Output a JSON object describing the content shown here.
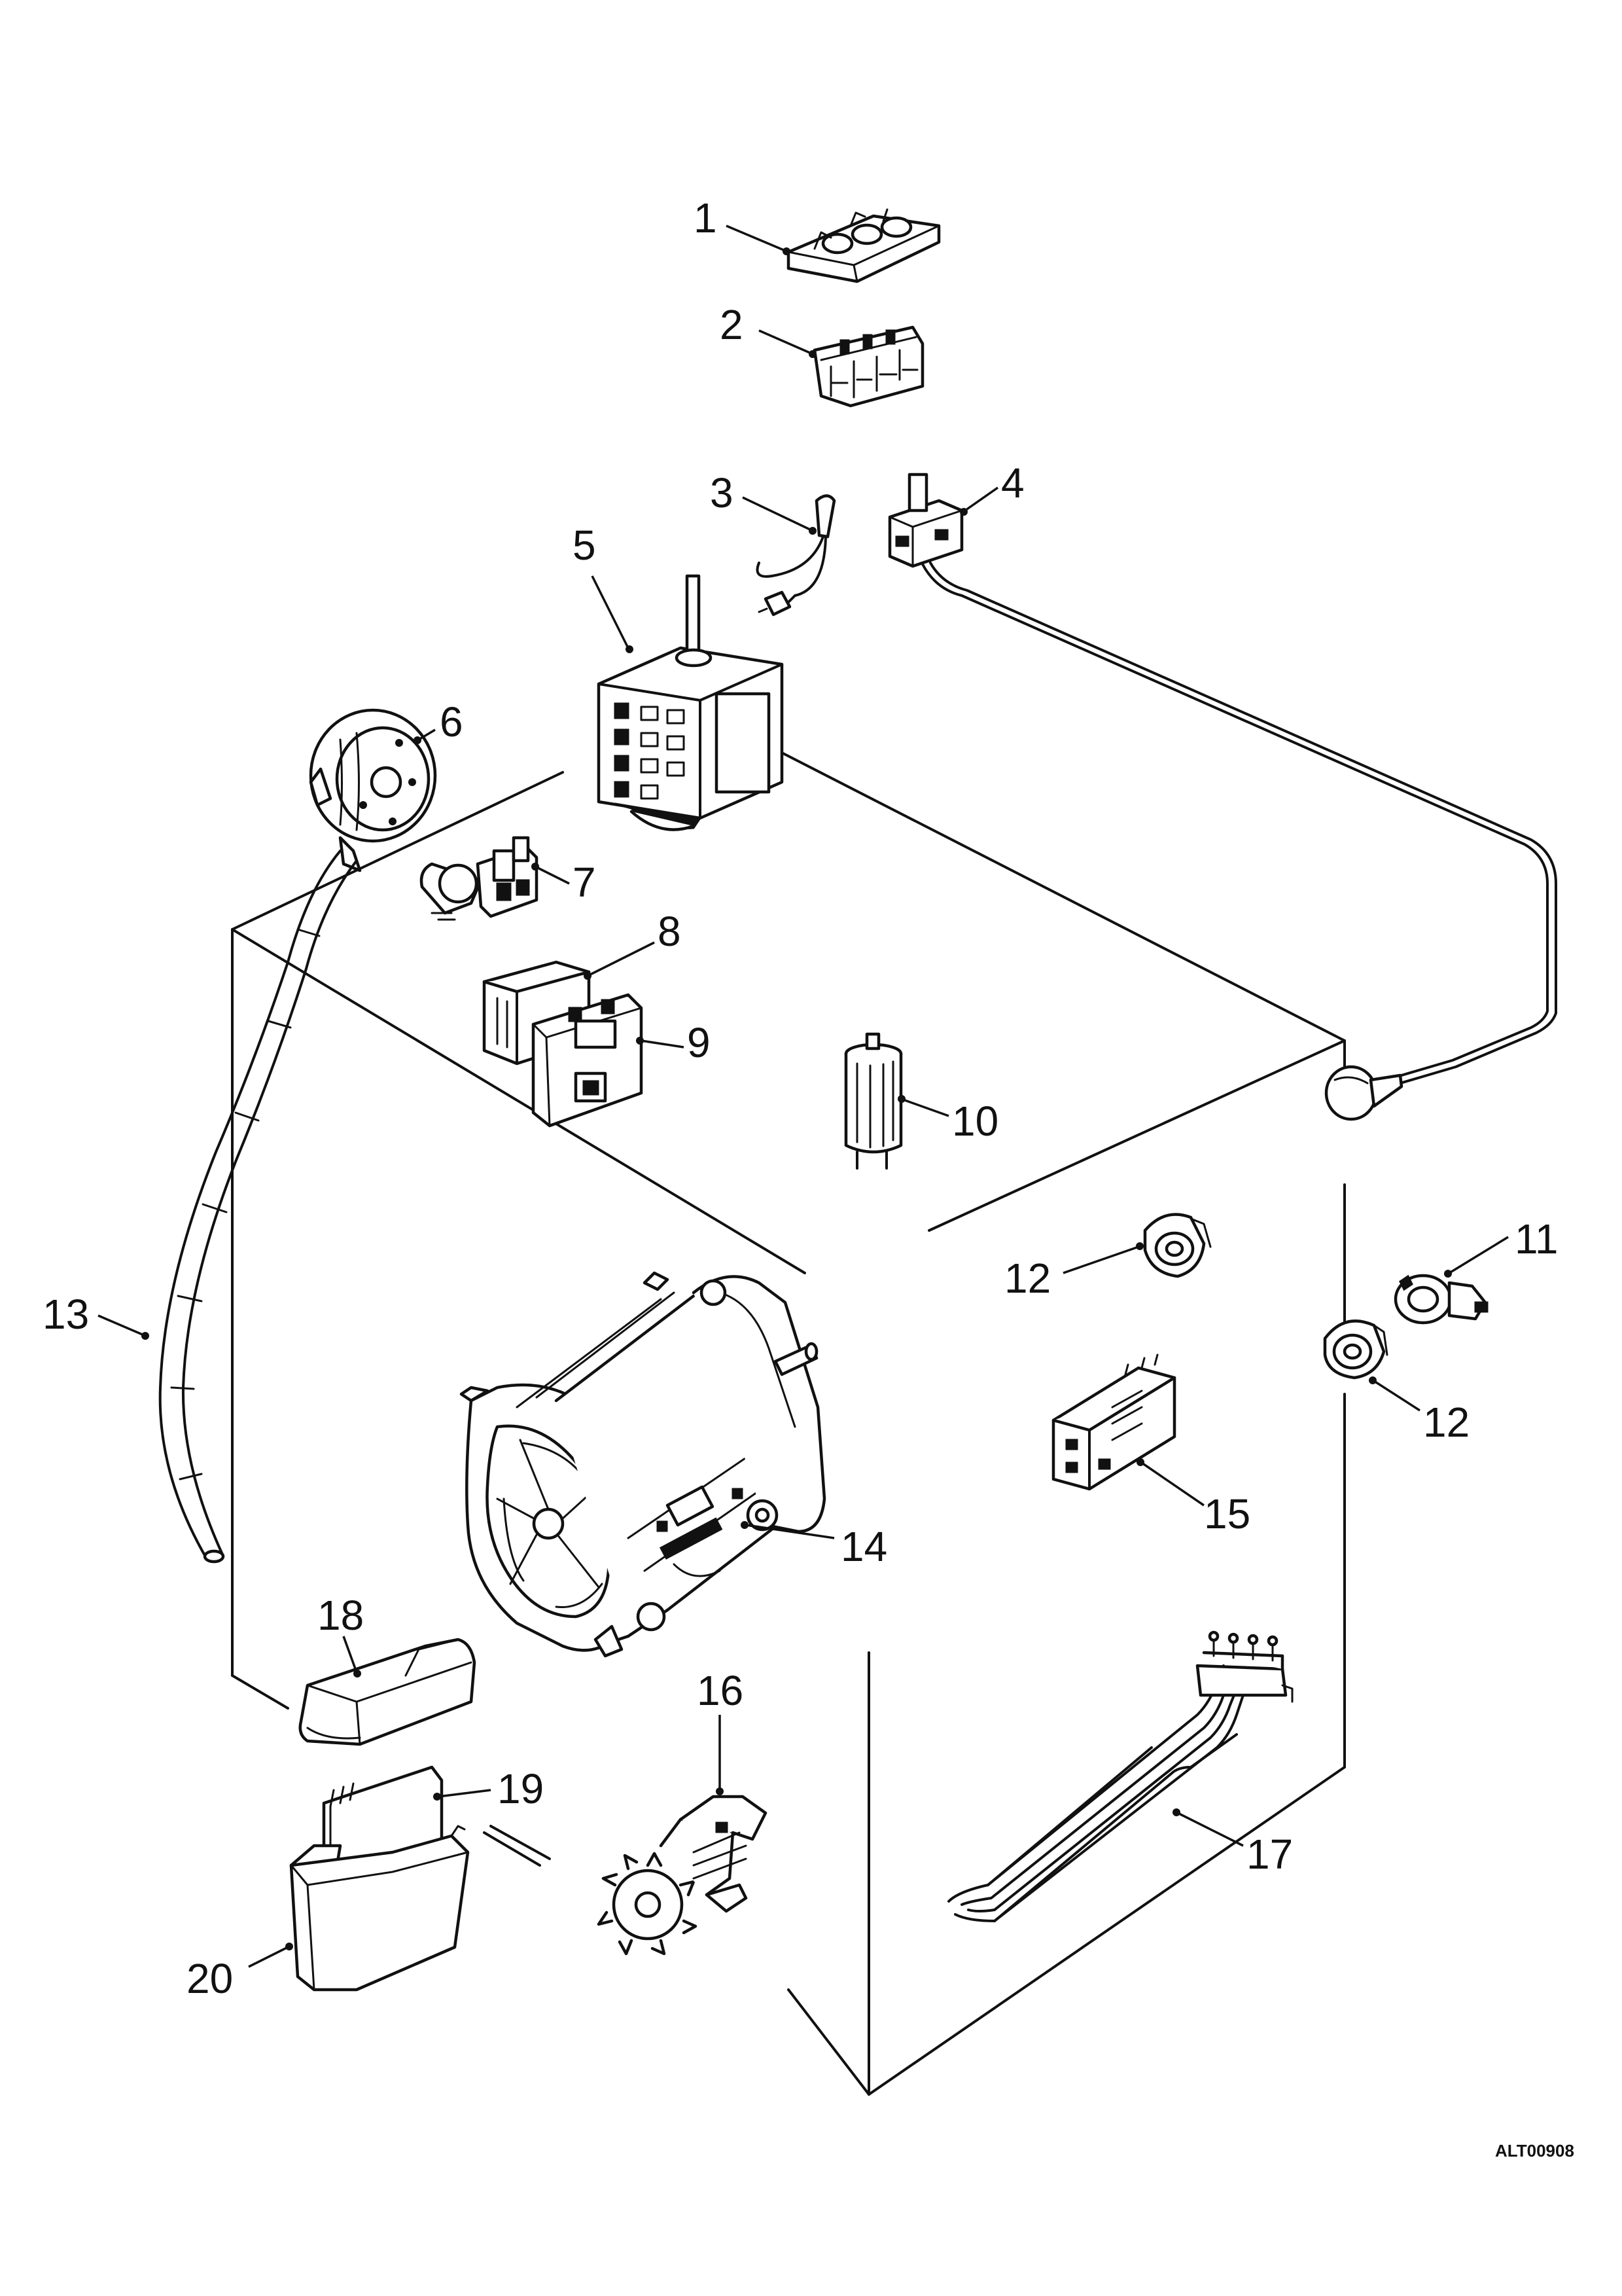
{
  "labels": [
    {
      "id": "1",
      "text": "1"
    },
    {
      "id": "2",
      "text": "2"
    },
    {
      "id": "3",
      "text": "3"
    },
    {
      "id": "4",
      "text": "4"
    },
    {
      "id": "5",
      "text": "5"
    },
    {
      "id": "6",
      "text": "6"
    },
    {
      "id": "7",
      "text": "7"
    },
    {
      "id": "8",
      "text": "8"
    },
    {
      "id": "9",
      "text": "9"
    },
    {
      "id": "10",
      "text": "10"
    },
    {
      "id": "11",
      "text": "11"
    },
    {
      "id": "12a",
      "text": "12"
    },
    {
      "id": "12b",
      "text": "12"
    },
    {
      "id": "13",
      "text": "13"
    },
    {
      "id": "14",
      "text": "14"
    },
    {
      "id": "15",
      "text": "15"
    },
    {
      "id": "16",
      "text": "16"
    },
    {
      "id": "17",
      "text": "17"
    },
    {
      "id": "18",
      "text": "18"
    },
    {
      "id": "19",
      "text": "19"
    },
    {
      "id": "20",
      "text": "20"
    }
  ],
  "reference_code": "ALT00908"
}
